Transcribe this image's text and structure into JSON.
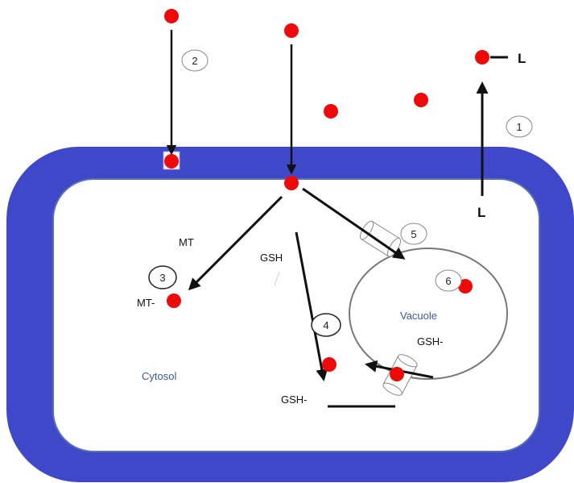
{
  "colors": {
    "wall": "#3f48c9",
    "cytosol": "#ffffff",
    "ion": "#ee0a0a",
    "arrow": "#111111",
    "vacuole_border": "#777777",
    "label_blue": "#3a5a9a"
  },
  "labels": {
    "ligand_top": "L",
    "ligand_bottom": "L",
    "mt": "MT",
    "mt_complex": "MT-",
    "gsh": "GSH",
    "gsh_complex": "GSH-",
    "vacuole": "Vacuole",
    "vacuole_gsh": "GSH-",
    "cytosol": "Cytosol"
  },
  "steps": [
    "1",
    "2",
    "3",
    "4",
    "5",
    "6"
  ]
}
